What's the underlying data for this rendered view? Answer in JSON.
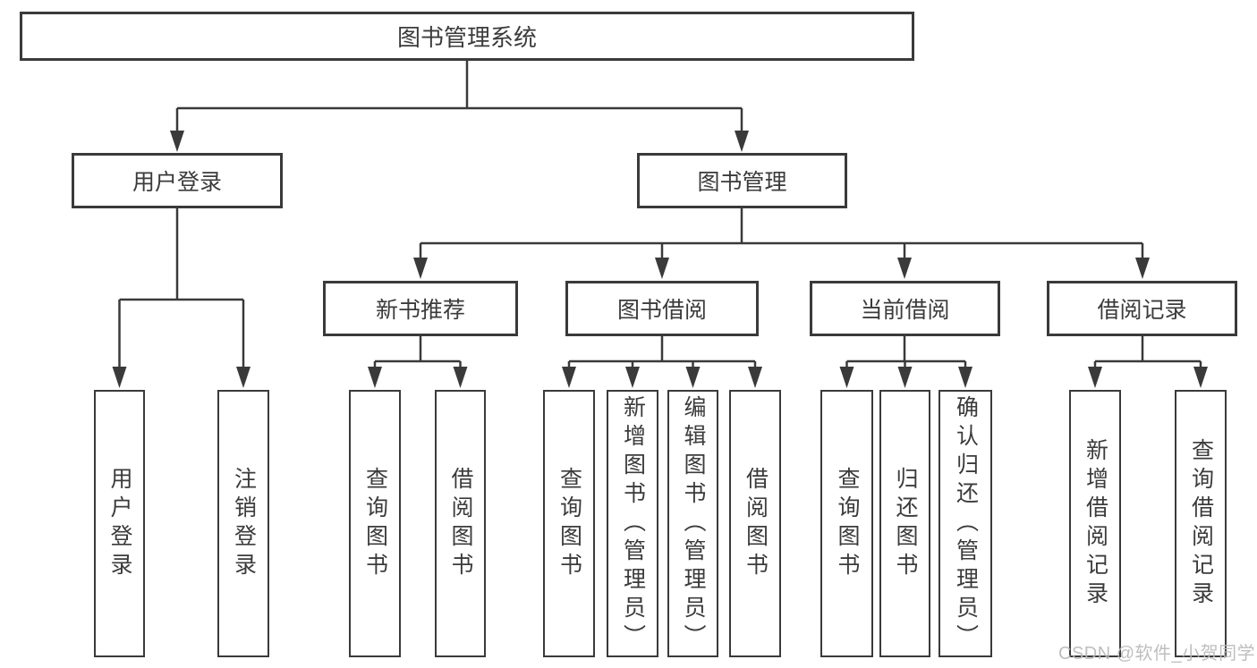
{
  "nodes": {
    "root": {
      "label": "图书管理系统"
    },
    "user_login": {
      "label": "用户登录"
    },
    "book_mgmt": {
      "label": "图书管理"
    },
    "new_book_rec": {
      "label": "新书推荐"
    },
    "book_borrow": {
      "label": "图书借阅"
    },
    "current_borrow": {
      "label": "当前借阅"
    },
    "borrow_records": {
      "label": "借阅记录"
    },
    "leaf_user_login": {
      "label": "用户登录"
    },
    "leaf_logout": {
      "label": "注销登录"
    },
    "leaf_query_book_a": {
      "label": "查询图书"
    },
    "leaf_borrow_book_a": {
      "label": "借阅图书"
    },
    "leaf_query_book_b": {
      "label": "查询图书"
    },
    "leaf_add_book": {
      "label": "新增图书（管理员）"
    },
    "leaf_edit_book": {
      "label": "编辑图书（管理员）"
    },
    "leaf_borrow_book_b": {
      "label": "借阅图书"
    },
    "leaf_query_book_c": {
      "label": "查询图书"
    },
    "leaf_return_book": {
      "label": "归还图书"
    },
    "leaf_confirm_return": {
      "label": "确认归还（管理员）"
    },
    "leaf_add_record": {
      "label": "新增借阅记录"
    },
    "leaf_query_record": {
      "label": "查询借阅记录"
    }
  },
  "hierarchy": {
    "图书管理系统": {
      "用户登录": [
        "用户登录",
        "注销登录"
      ],
      "图书管理": {
        "新书推荐": [
          "查询图书",
          "借阅图书"
        ],
        "图书借阅": [
          "查询图书",
          "新增图书（管理员）",
          "编辑图书（管理员）",
          "借阅图书"
        ],
        "当前借阅": [
          "查询图书",
          "归还图书",
          "确认归还（管理员）"
        ],
        "借阅记录": [
          "新增借阅记录",
          "查询借阅记录"
        ]
      }
    }
  },
  "watermark": {
    "text": "CSDN @软件_小贺同学"
  },
  "colors": {
    "line": "#3a3a3a",
    "text": "#3b3b3b",
    "watermark": "#b9b9b9",
    "background": "#ffffff"
  }
}
